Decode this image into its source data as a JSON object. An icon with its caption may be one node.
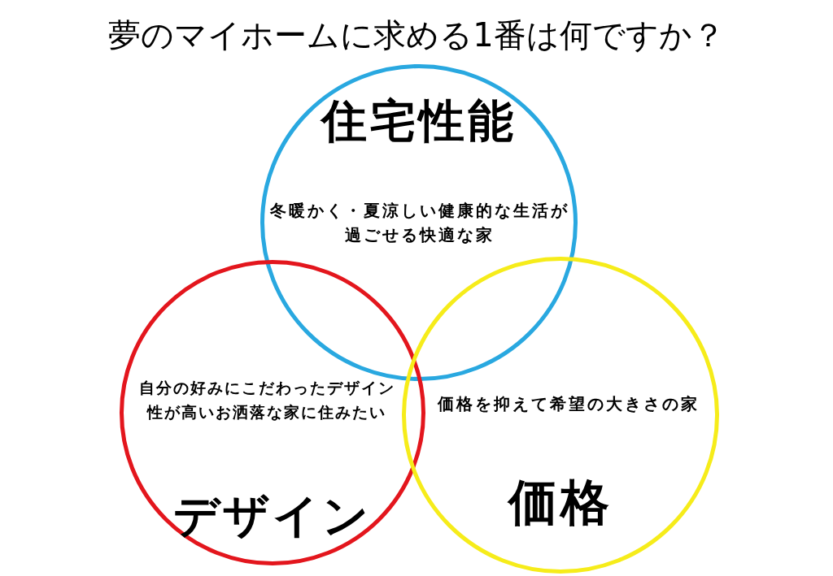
{
  "diagram": {
    "title": "夢のマイホームに求める1番は何ですか？",
    "nodes": [
      {
        "text": [
          "住宅性能",
          "冬暖かく・夏涼しい健康的な生活が過ごせる快適な家"
        ]
      },
      {
        "text": [
          "自分の好みにこだわったデザイン性が高いお洒落な家に住みたい",
          "デザイン"
        ]
      },
      {
        "text": [
          "価格を抑えて希望の大きさの家",
          "価格"
        ]
      }
    ],
    "edges": []
  }
}
